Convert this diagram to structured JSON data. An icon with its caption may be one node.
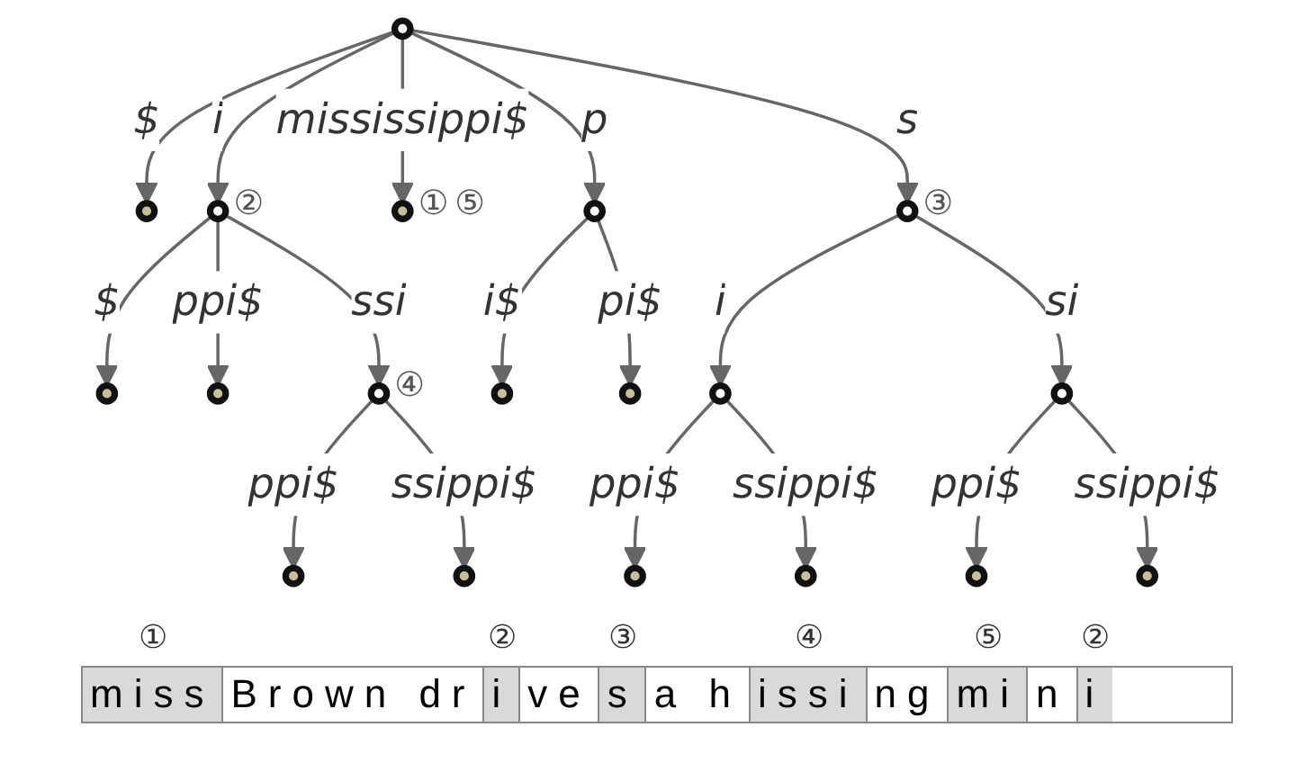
{
  "diagram": {
    "nodes": [
      {
        "text": [],
        "shape": "circle"
      },
      {
        "text": [],
        "shape": "circle"
      },
      {
        "text": [],
        "shape": "circle",
        "beside": [
          "②"
        ]
      },
      {
        "text": [],
        "shape": "circle",
        "beside": [
          "①",
          "⑤"
        ]
      },
      {
        "text": [],
        "shape": "circle"
      },
      {
        "text": [],
        "shape": "circle",
        "beside": [
          "③"
        ]
      },
      {
        "text": [],
        "shape": "circle"
      },
      {
        "text": [],
        "shape": "circle"
      },
      {
        "text": [],
        "shape": "circle",
        "beside": [
          "④"
        ]
      },
      {
        "text": [],
        "shape": "circle"
      },
      {
        "text": [],
        "shape": "circle"
      },
      {
        "text": [],
        "shape": "circle"
      },
      {
        "text": [],
        "shape": "circle"
      },
      {
        "text": [],
        "shape": "circle"
      },
      {
        "text": [],
        "shape": "circle"
      },
      {
        "text": [],
        "shape": "circle"
      },
      {
        "text": [],
        "shape": "circle"
      },
      {
        "text": [],
        "shape": "circle"
      },
      {
        "text": [],
        "shape": "circle"
      }
    ],
    "edges": [
      {
        "from": 0,
        "to": 1,
        "label": "$",
        "arrow": "to"
      },
      {
        "from": 0,
        "to": 2,
        "label": "i",
        "arrow": "to"
      },
      {
        "from": 0,
        "to": 3,
        "label": "mississippi$",
        "arrow": "to"
      },
      {
        "from": 0,
        "to": 4,
        "label": "p",
        "arrow": "to"
      },
      {
        "from": 0,
        "to": 5,
        "label": "s",
        "arrow": "to"
      },
      {
        "from": 2,
        "to": 6,
        "label": "$",
        "arrow": "to"
      },
      {
        "from": 2,
        "to": 7,
        "label": "ppi$",
        "arrow": "to"
      },
      {
        "from": 2,
        "to": 8,
        "label": "ssi",
        "arrow": "to"
      },
      {
        "from": 4,
        "to": 9,
        "label": "i$",
        "arrow": "to"
      },
      {
        "from": 4,
        "to": 10,
        "label": "pi$",
        "arrow": "to"
      },
      {
        "from": 5,
        "to": 11,
        "label": "i",
        "arrow": "to"
      },
      {
        "from": 5,
        "to": 12,
        "label": "si",
        "arrow": "to"
      },
      {
        "from": 8,
        "to": 13,
        "label": "ppi$",
        "arrow": "to"
      },
      {
        "from": 8,
        "to": 14,
        "label": "ssippi$",
        "arrow": "to"
      },
      {
        "from": 11,
        "to": 15,
        "label": "ppi$",
        "arrow": "to"
      },
      {
        "from": 11,
        "to": 16,
        "label": "ssippi$",
        "arrow": "to"
      },
      {
        "from": 12,
        "to": 17,
        "label": "ppi$",
        "arrow": "to"
      },
      {
        "from": 12,
        "to": 18,
        "label": "ssippi$",
        "arrow": "to"
      }
    ],
    "labels": [
      "①",
      "②",
      "③",
      "④",
      "⑤",
      "②",
      "miss",
      "Brown dr",
      "i",
      "ve",
      "s",
      "a h",
      "issi",
      "ng",
      "mi",
      "n",
      "i"
    ]
  }
}
